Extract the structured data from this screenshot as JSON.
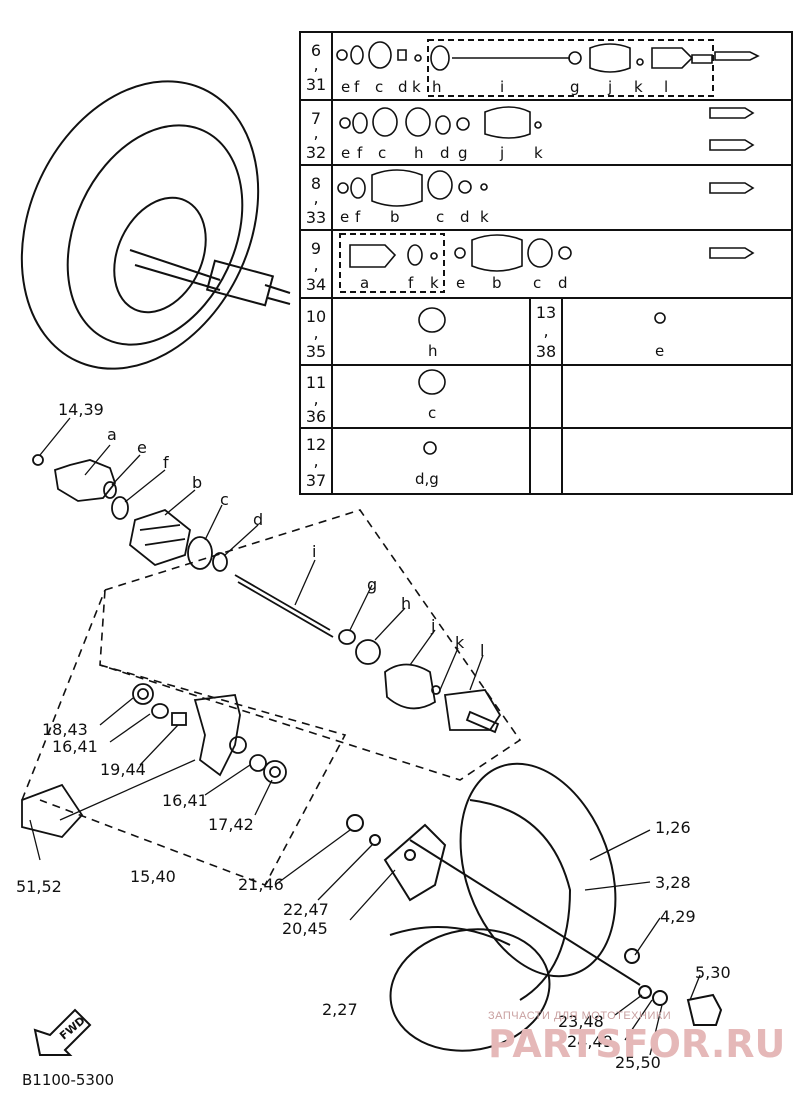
{
  "table": {
    "rows": [
      {
        "num_top": "6",
        "num_bot": "31",
        "letters": [
          "e",
          "f",
          "c",
          "d",
          "k",
          "h",
          "i",
          "g",
          "j",
          "k",
          "l"
        ]
      },
      {
        "num_top": "7",
        "num_bot": "32",
        "letters": [
          "e",
          "f",
          "c",
          "h",
          "d",
          "g",
          "j",
          "k"
        ]
      },
      {
        "num_top": "8",
        "num_bot": "33",
        "letters": [
          "e",
          "f",
          "b",
          "c",
          "d",
          "k"
        ]
      },
      {
        "num_top": "9",
        "num_bot": "34",
        "letters": [
          "a",
          "f",
          "k",
          "e",
          "b",
          "c",
          "d"
        ]
      },
      {
        "num_top": "10",
        "num_bot": "35",
        "letters": [
          "h"
        ],
        "num2_top": "13",
        "num2_bot": "38",
        "letters2": [
          "e"
        ]
      },
      {
        "num_top": "11",
        "num_bot": "36",
        "letters": [
          "c"
        ]
      },
      {
        "num_top": "12",
        "num_bot": "37",
        "letters": [
          "d,g"
        ]
      }
    ]
  },
  "callouts": {
    "c1439": "14,39",
    "a": "a",
    "e": "e",
    "f": "f",
    "b": "b",
    "c": "c",
    "d": "d",
    "i": "i",
    "g": "g",
    "h": "h",
    "j": "j",
    "k": "k",
    "l": "l",
    "c1843": "18,43",
    "c1641a": "16,41",
    "c1944": "19,44",
    "c1641b": "16,41",
    "c1742": "17,42",
    "c5152": "51,52",
    "c1540": "15,40",
    "c2146": "21,46",
    "c2247": "22,47",
    "c2045": "20,45",
    "c126": "1,26",
    "c328": "3,28",
    "c429": "4,29",
    "c530": "5,30",
    "c227": "2,27",
    "c2348": "23,48",
    "c2449": "24,49",
    "c2550": "25,50"
  },
  "fwd": "FWD",
  "code": "B1100-5300",
  "watermark": {
    "line1": "ЗАПЧАСТИ ДЛЯ МОТОТЕХНИКИ",
    "line2": "PARTSFOR.RU"
  }
}
